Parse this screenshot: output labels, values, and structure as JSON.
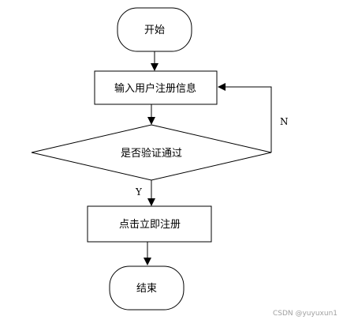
{
  "flowchart": {
    "start": {
      "label": "开始"
    },
    "input": {
      "label": "输入用户注册信息"
    },
    "decision": {
      "label": "是否验证通过"
    },
    "action": {
      "label": "点击立即注册"
    },
    "end": {
      "label": "结束"
    },
    "edges": {
      "yes_label": "Y",
      "no_label": "N"
    }
  },
  "watermark": "CSDN @yuyuxun1"
}
